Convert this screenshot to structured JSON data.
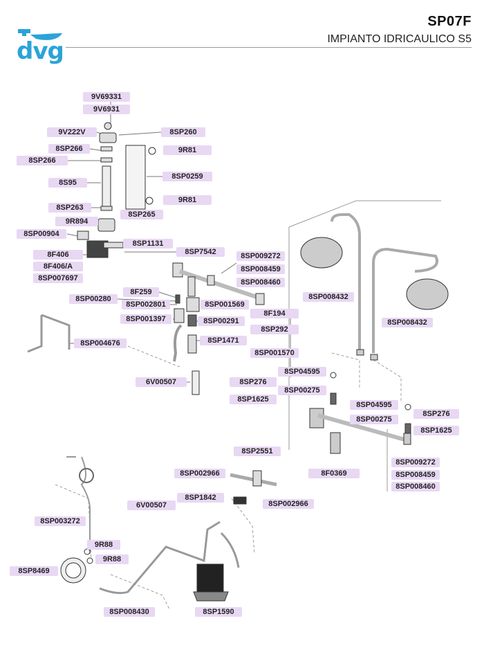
{
  "header": {
    "code": "SP07F",
    "subtitle": "IMPIANTO IDRICAULICO S5",
    "logo_text": "dvg"
  },
  "labels": {
    "l01": "9V69331",
    "l02": "9V6931",
    "l03": "9V222V",
    "l04": "8SP260",
    "l05": "8SP266",
    "l06": "9R81",
    "l07": "8SP266",
    "l08": "8SP0259",
    "l09": "8S95",
    "l10": "9R81",
    "l11": "8SP263",
    "l12": "8SP265",
    "l13": "9R894",
    "l14": "8SP00904",
    "l15": "8SP1131",
    "l16": "8SP7542",
    "l17": "8F406",
    "l18": "8F406/A",
    "l19": "8SP007697",
    "l20": "8SP009272",
    "l21": "8SP008459",
    "l22": "8SP008460",
    "l23": "8F259",
    "l24": "8SP00280",
    "l25": "8SP002801",
    "l26": "8SP001569",
    "l27": "8F194",
    "l28": "8SP001397",
    "l29": "8SP00291",
    "l30": "8SP292",
    "l31": "8SP1471",
    "l32": "8SP004676",
    "l33": "8SP001570",
    "l34": "8SP04595",
    "l35": "6V00507",
    "l36": "8SP276",
    "l37": "8SP00275",
    "l38": "8SP1625",
    "l39": "8SP008432",
    "l40": "8SP008432",
    "l41": "8SP04595",
    "l42": "8SP276",
    "l43": "8SP00275",
    "l44": "8SP1625",
    "l45": "8F0369",
    "l46": "8SP009272",
    "l47": "8SP008459",
    "l48": "8SP008460",
    "l49": "8SP2551",
    "l50": "8SP002966",
    "l51": "8SP1842",
    "l52": "6V00507",
    "l53": "8SP002966",
    "l54": "8SP003272",
    "l55": "9R88",
    "l56": "9R88",
    "l57": "8SP8469",
    "l58": "8SP008430",
    "l59": "8SP1590"
  },
  "colors": {
    "label_bg": "#e8d8f3",
    "logo_blue": "#2ba3d8",
    "line": "#777777"
  }
}
